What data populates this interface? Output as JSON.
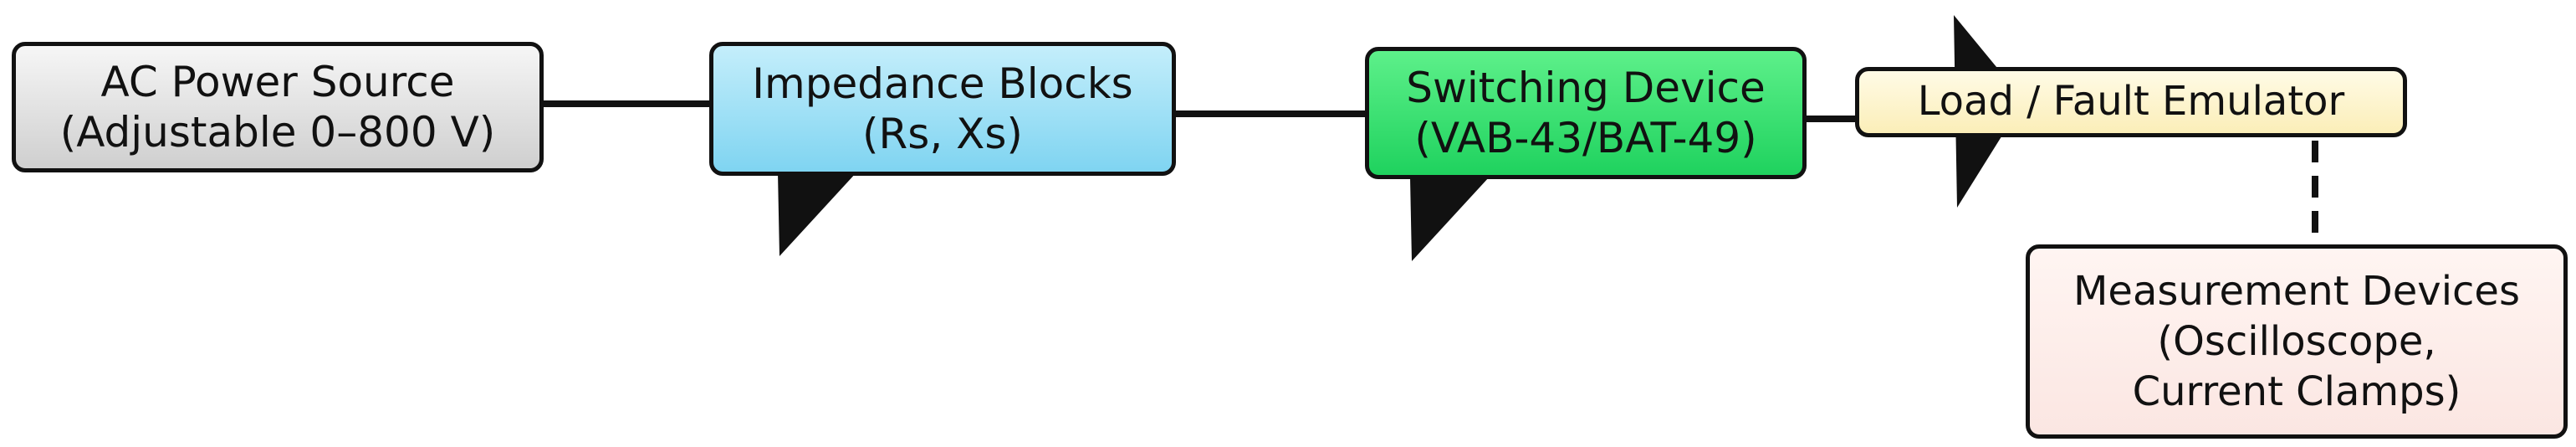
{
  "diagram": {
    "nodes": {
      "ac_source": {
        "line1": "AC Power Source",
        "line2": "(Adjustable 0–800 V)",
        "color": "#d9d9d9"
      },
      "impedance": {
        "line1": "Impedance Blocks",
        "line2": "(Rs, Xs)",
        "color": "#9fdff5"
      },
      "switching": {
        "line1": "Switching Device",
        "line2": "(VAB-43/BAT-49)",
        "color": "#2edc6a"
      },
      "load": {
        "line1": "Load / Fault Emulator",
        "color": "#fdf3c8"
      },
      "measurement": {
        "line1": "Measurement Devices",
        "line2": "(Oscilloscope,",
        "line3": "Current Clamps)",
        "color": "#fdece8"
      }
    },
    "connections": [
      {
        "from": "ac_source",
        "to": "impedance",
        "style": "solid"
      },
      {
        "from": "impedance",
        "to": "switching",
        "style": "solid"
      },
      {
        "from": "switching",
        "to": "load",
        "style": "solid"
      },
      {
        "from": "load",
        "to": "measurement",
        "style": "dashed"
      }
    ]
  }
}
